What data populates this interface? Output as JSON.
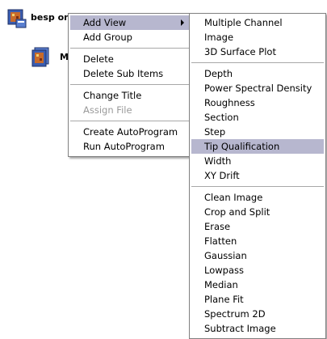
{
  "tree": {
    "root_label": "besp on",
    "child_label": "M"
  },
  "context_menu": {
    "add_view": "Add View",
    "add_group": "Add Group",
    "delete": "Delete",
    "delete_sub_items": "Delete Sub Items",
    "change_title": "Change Title",
    "assign_file": "Assign File",
    "create_autoprogram": "Create AutoProgram",
    "run_autoprogram": "Run AutoProgram"
  },
  "add_view_submenu": {
    "multiple_channel": "Multiple Channel",
    "image": "Image",
    "surface_plot_3d": "3D Surface Plot",
    "depth": "Depth",
    "power_spectral_density": "Power Spectral Density",
    "roughness": "Roughness",
    "section": "Section",
    "step": "Step",
    "tip_qualification": "Tip Qualification",
    "width": "Width",
    "xy_drift": "XY Drift",
    "clean_image": "Clean Image",
    "crop_and_split": "Crop and Split",
    "erase": "Erase",
    "flatten": "Flatten",
    "gaussian": "Gaussian",
    "lowpass": "Lowpass",
    "median": "Median",
    "plane_fit": "Plane Fit",
    "spectrum_2d": "Spectrum 2D",
    "subtract_image": "Subtract Image"
  },
  "colors": {
    "highlight": "#b7b7cf",
    "separator": "#a8a8a8",
    "disabled_text": "#9a9a9a"
  }
}
